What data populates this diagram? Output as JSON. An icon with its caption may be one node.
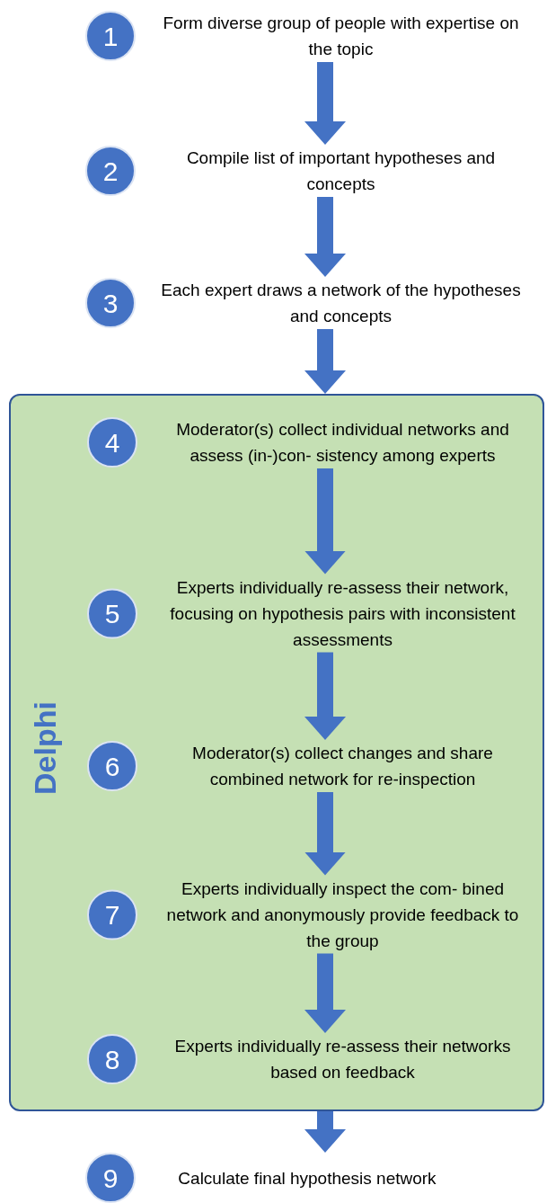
{
  "diagram": {
    "nodes": [
      {
        "text": [
          "1"
        ],
        "beside": [
          "Form diverse group of people with expertise on the topic"
        ]
      },
      {
        "text": [
          "2"
        ],
        "beside": [
          "Compile list of important hypotheses and concepts"
        ]
      },
      {
        "text": [
          "3"
        ],
        "beside": [
          "Each expert draws a network of the hypotheses and concepts"
        ]
      },
      {
        "text": [
          "Delphi"
        ]
      },
      {
        "text": [
          "4"
        ],
        "beside": [
          "Moderator(s) collect individual networks and assess (in-)con- sistency among experts"
        ],
        "in": 3
      },
      {
        "text": [
          "5"
        ],
        "beside": [
          "Experts individually re-assess their network, focusing on hypothesis pairs with inconsistent assessments"
        ],
        "in": 3
      },
      {
        "text": [
          "6"
        ],
        "beside": [
          "Moderator(s) collect changes and share combined network for re-inspection"
        ],
        "in": 3
      },
      {
        "text": [
          "7"
        ],
        "beside": [
          "Experts individually inspect the com- bined network and anonymously provide feedback to the group"
        ],
        "in": 3
      },
      {
        "text": [
          "8"
        ],
        "beside": [
          "Experts individually re-assess their networks based on feedback"
        ],
        "in": 3
      },
      {
        "text": [
          "9"
        ],
        "beside": [
          "Calculate final hypothesis network"
        ]
      }
    ],
    "edges": [
      {
        "from": 0,
        "to": 1,
        "arrow": "to"
      },
      {
        "from": 1,
        "to": 2,
        "arrow": "to"
      },
      {
        "from": 2,
        "to": 3,
        "arrow": "to"
      },
      {
        "from": 4,
        "to": 5,
        "arrow": "to"
      },
      {
        "from": 5,
        "to": 6,
        "arrow": "to"
      },
      {
        "from": 6,
        "to": 7,
        "arrow": "to"
      },
      {
        "from": 7,
        "to": 8,
        "arrow": "to"
      },
      {
        "from": 3,
        "to": 9,
        "arrow": "to"
      }
    ]
  }
}
